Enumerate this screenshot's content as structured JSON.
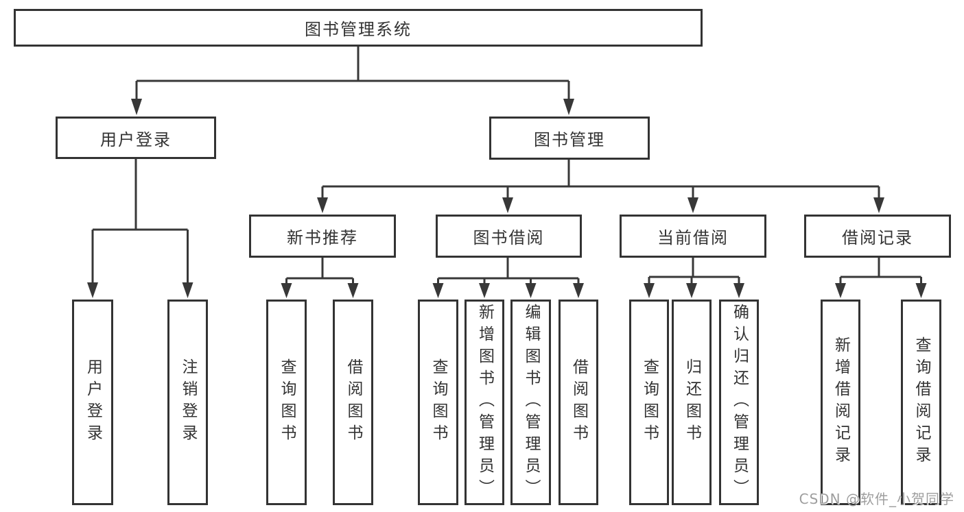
{
  "diagram": {
    "type": "hierarchy-tree",
    "colors": {
      "line": "#383838",
      "box_border": "#333333",
      "box_fill": "#ffffff",
      "text": "#333333",
      "watermark": "#9e9e9e",
      "background": "#ffffff"
    },
    "nodes": {
      "root": {
        "label": "图书管理系统"
      },
      "user_login": {
        "label": "用户登录"
      },
      "book_mgmt": {
        "label": "图书管理"
      },
      "new_book_rec": {
        "label": "新书推荐"
      },
      "book_borrow": {
        "label": "图书借阅"
      },
      "current_borrow": {
        "label": "当前借阅"
      },
      "borrow_record": {
        "label": "借阅记录"
      },
      "leaf_user_login": {
        "label": "用户登录"
      },
      "leaf_logout": {
        "label": "注销登录"
      },
      "leaf_query_book_1": {
        "label": "查询图书"
      },
      "leaf_borrow_book_1": {
        "label": "借阅图书"
      },
      "leaf_query_book_2": {
        "label": "查询图书"
      },
      "leaf_add_book": {
        "label": "新增图书（管理员）"
      },
      "leaf_edit_book": {
        "label": "编辑图书（管理员）"
      },
      "leaf_borrow_book_2": {
        "label": "借阅图书"
      },
      "leaf_query_book_3": {
        "label": "查询图书"
      },
      "leaf_return_book": {
        "label": "归还图书"
      },
      "leaf_confirm_return": {
        "label": "确认归还（管理员）"
      },
      "leaf_add_borrow_record": {
        "label": "新增借阅记录"
      },
      "leaf_query_borrow_record": {
        "label": "查询借阅记录"
      }
    },
    "edges": [
      "图书管理系统→用户登录",
      "图书管理系统→图书管理",
      "用户登录→用户登录",
      "用户登录→注销登录",
      "图书管理→新书推荐",
      "图书管理→图书借阅",
      "图书管理→当前借阅",
      "图书管理→借阅记录",
      "新书推荐→查询图书",
      "新书推荐→借阅图书",
      "图书借阅→查询图书",
      "图书借阅→新增图书（管理员）",
      "图书借阅→编辑图书（管理员）",
      "图书借阅→借阅图书",
      "当前借阅→查询图书",
      "当前借阅→归还图书",
      "当前借阅→确认归还（管理员）",
      "借阅记录→新增借阅记录",
      "借阅记录→查询借阅记录"
    ],
    "watermark": "CSDN @软件_小贺同学"
  }
}
